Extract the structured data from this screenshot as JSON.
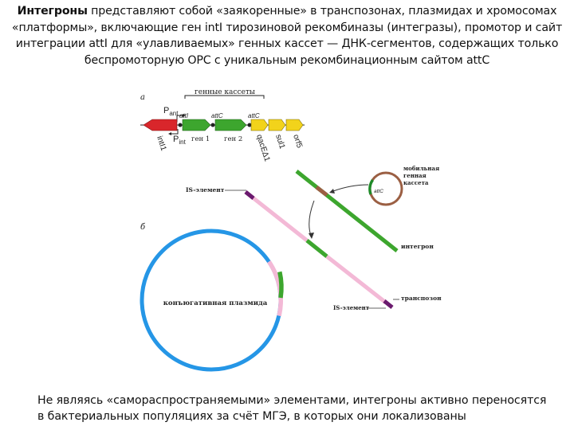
{
  "intro": {
    "term": "Интегроны",
    "text": " представляют собой «заякоренные» в транспозонах, плазмидах и хромосомах «платформы», включающие ген intI тирозиновой рекомбиназы (интегразы), промотор и сайт интеграции attI для «улавливаемых» генных кассет — ДНК-сегментов, содержащих только беспромоторную ОРС с уникальным рекомбинационным сайтом attC"
  },
  "panel_a": {
    "letter": "а",
    "cassettes_label": "генные кассеты",
    "pant": "P",
    "pant_sub": "ant",
    "pint": "P",
    "pint_sub": "int",
    "attI": "attI",
    "attC1": "attC",
    "attC2": "attC",
    "intI1": "intI1",
    "gene1": "ген 1",
    "gene2": "ген 2",
    "qacE": "qacEΔ1",
    "sul1": "sul1",
    "orf5": "orf5"
  },
  "panel_b": {
    "letter": "б",
    "is_top": "IS-элемент",
    "is_bottom": "IS-элемент",
    "mobile_cassette": [
      "мобильная",
      "генная",
      "кассета"
    ],
    "attC": "attC",
    "integron": "интегрон",
    "transposon": "транспозон",
    "plasmid": "конъюгативная плазмида"
  },
  "colors": {
    "red": "#d9262b",
    "green": "#3da62e",
    "yellow": "#f2d31b",
    "blue": "#2596e6",
    "pink": "#f3b9d6",
    "purple": "#6b1a6e",
    "brown": "#9b5f43",
    "dark_green": "#1e8a28"
  },
  "footer": {
    "text": "Не являясь «самораспространяемыми» элементами, интегроны активно переносятся в бактериальных популяциях за счёт МГЭ, в которых они локализованы"
  }
}
